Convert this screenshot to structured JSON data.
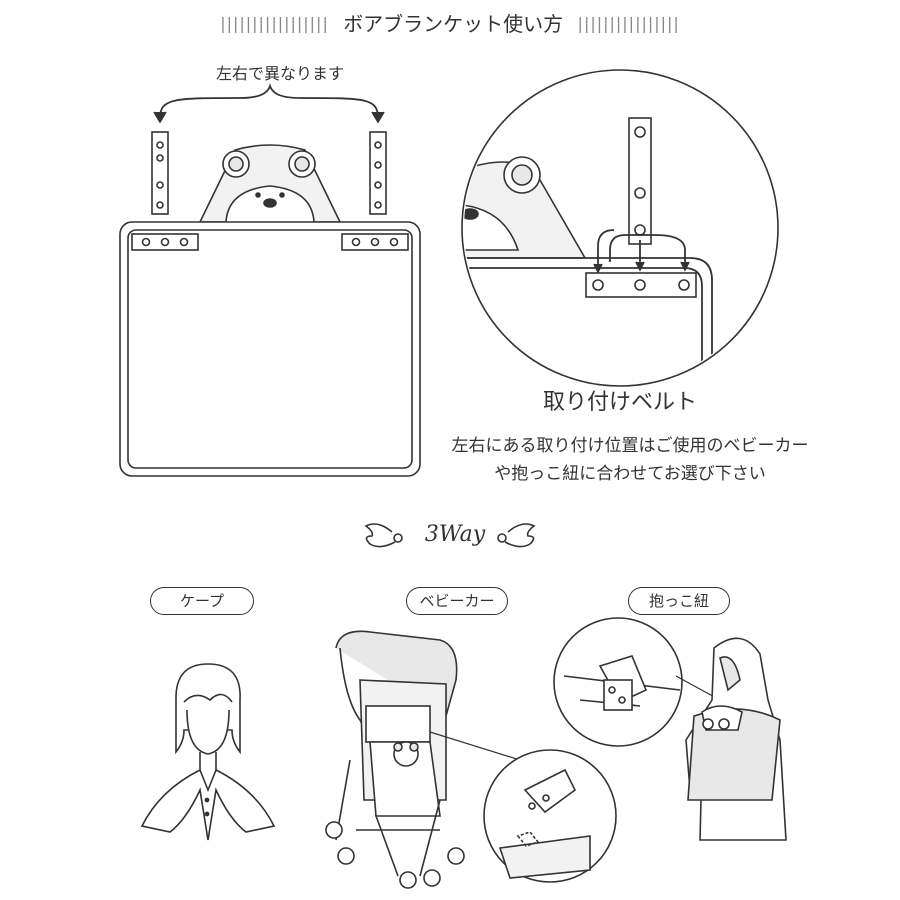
{
  "header": {
    "title": "ボアブランケット使い方",
    "left_bars": "|||||||||||||||||",
    "right_bars": "||||||||||||||||"
  },
  "top_diagram": {
    "difference_note": "左右で異なります"
  },
  "detail": {
    "belt_label": "取り付けベルト",
    "note_line1": "左右にある取り付け位置はご使用のベビーカー",
    "note_line2": "や抱っこ紐に合わせてお選び下さい"
  },
  "ways": {
    "title": "3Way",
    "cape": "ケープ",
    "stroller": "ベビーカー",
    "carrier": "抱っこ紐"
  },
  "colors": {
    "line": "#333333",
    "fill_gray": "#e8e8e8",
    "fill_light": "#f2f2f2"
  }
}
